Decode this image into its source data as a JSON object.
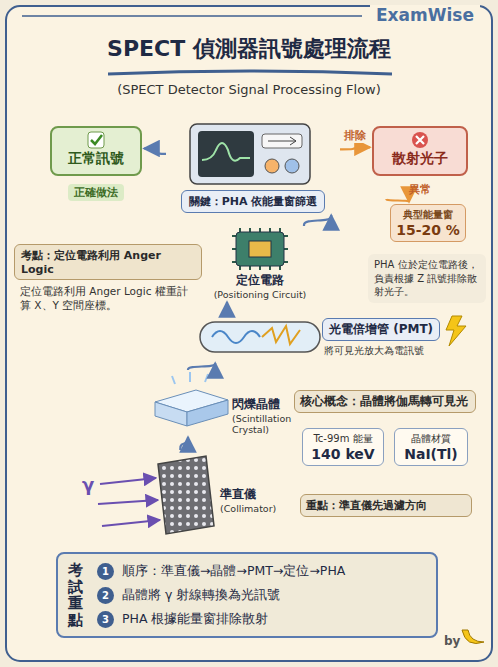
{
  "diagram": {
    "title": "SPECT 偵測器訊號處理流程",
    "nodes": [
      {
        "text": [
          "正常訊號",
          "正確做法"
        ]
      },
      {
        "text": [
          "關鍵：PHA 依能量窗篩選"
        ]
      },
      {
        "text": [
          "散射光子",
          "異常"
        ]
      },
      {
        "text": [
          "典型能量窗",
          "15-20 %"
        ]
      },
      {
        "text": [
          "PHA 位於定位電路後，負責根據 Z 訊號排除散射光子。"
        ]
      },
      {
        "text": [
          "定位電路",
          "(Positioning Circuit)"
        ]
      },
      {
        "text": [
          "考點：定位電路利用 Anger Logic",
          "定位電路利用 Anger Logic 權重計算 X、Y 空間座標。"
        ]
      },
      {
        "text": [
          "光電倍增管 (PMT)",
          "將可見光放大為電訊號"
        ]
      },
      {
        "text": [
          "閃爍晶體",
          "(Scintillation Crystal)"
        ]
      },
      {
        "text": [
          "核心概念：晶體將伽馬轉可見光"
        ]
      },
      {
        "text": [
          "Tc-99m 能量",
          "140 keV"
        ]
      },
      {
        "text": [
          "晶體材質",
          "NaI(Tl)"
        ]
      },
      {
        "text": [
          "準直儀",
          "(Collimator)"
        ]
      },
      {
        "text": [
          "重點：準直儀先過濾方向"
        ]
      },
      {
        "text": [
          "考試重點",
          "順序：準直儀→晶體→PMT→定位→PHA",
          "晶體將 γ 射線轉換為光訊號",
          "PHA 根據能量窗排除散射"
        ]
      }
    ],
    "edges": [
      {
        "from": 1,
        "to": 0,
        "arrow": "to"
      },
      {
        "from": 1,
        "to": 2,
        "label": "排除",
        "arrow": "to"
      },
      {
        "from": 2,
        "to": 3,
        "arrow": "to"
      },
      {
        "from": 5,
        "to": 1,
        "arrow": "to"
      },
      {
        "from": 7,
        "to": 5,
        "arrow": "to"
      },
      {
        "from": 8,
        "to": 7,
        "arrow": "to"
      },
      {
        "from": 12,
        "to": 8,
        "arrow": "to"
      }
    ],
    "labels": [
      "ExamWise",
      "(SPECT Detector Signal Processing Flow)",
      "1",
      "2",
      "3",
      "γ",
      "by"
    ]
  }
}
